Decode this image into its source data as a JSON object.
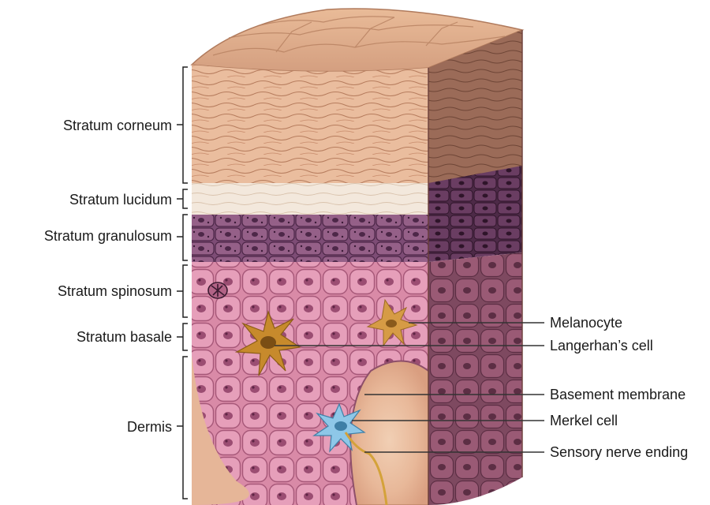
{
  "layers": [
    {
      "id": "corneum",
      "label": "Stratum corneum"
    },
    {
      "id": "lucidum",
      "label": "Stratum lucidum"
    },
    {
      "id": "granulosum",
      "label": "Stratum granulosum"
    },
    {
      "id": "spinosum",
      "label": "Stratum spinosum"
    },
    {
      "id": "basale",
      "label": "Stratum basale"
    },
    {
      "id": "dermis",
      "label": "Dermis"
    }
  ],
  "structures": [
    {
      "id": "melanocyte",
      "label": "Melanocyte"
    },
    {
      "id": "langerhans",
      "label": "Langerhan’s cell"
    },
    {
      "id": "basement",
      "label": "Basement membrane"
    },
    {
      "id": "merkel",
      "label": "Merkel cell"
    },
    {
      "id": "nerve",
      "label": "Sensory nerve ending"
    }
  ],
  "colors": {
    "corneum": "#e8b999",
    "corneum_top": "#e2ae8c",
    "lucidum": "#f2e6da",
    "granulosum": "#7a4a72",
    "spinosum": "#d98aa6",
    "spinosum_dark": "#b15f83",
    "side_face": "#8c5a60",
    "dermis": "#e7b89a",
    "papilla": "#e9c0a0",
    "melanocyte": "#c98a2e",
    "merkel": "#8fc6e6",
    "nerve": "#d4a23a",
    "leader": "#333333"
  }
}
